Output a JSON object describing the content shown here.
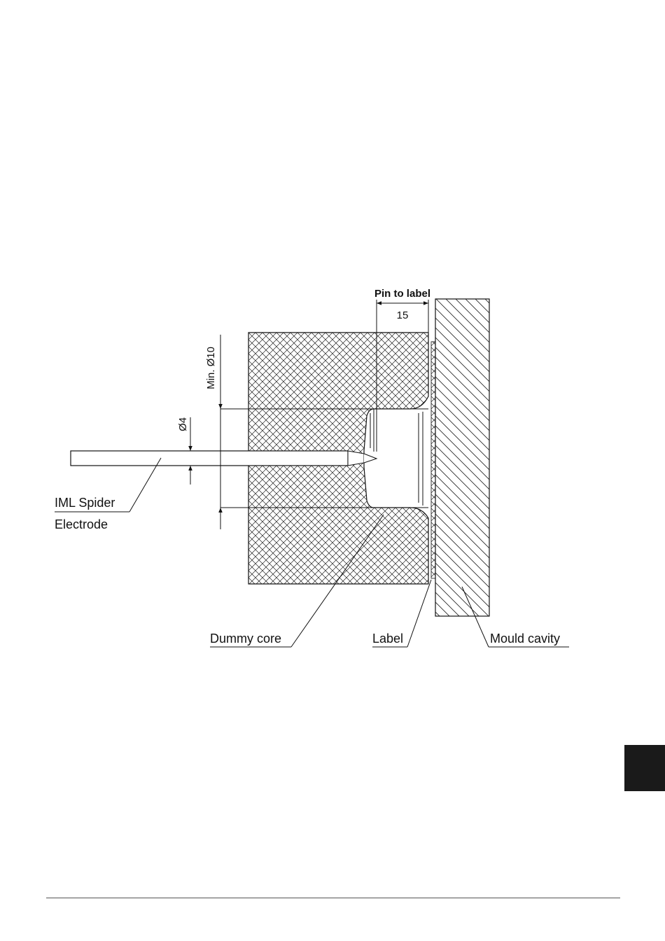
{
  "diagram": {
    "dimensions": {
      "pin_to_label_title": "Pin to label",
      "pin_to_label_value": "15",
      "core_diameter": "Min.  Ø10",
      "electrode_diameter": "Ø4"
    },
    "labels": {
      "iml_spider": "IML Spider",
      "electrode": "Electrode",
      "dummy_core": "Dummy core",
      "label": "Label",
      "mould_cavity": "Mould cavity"
    }
  }
}
